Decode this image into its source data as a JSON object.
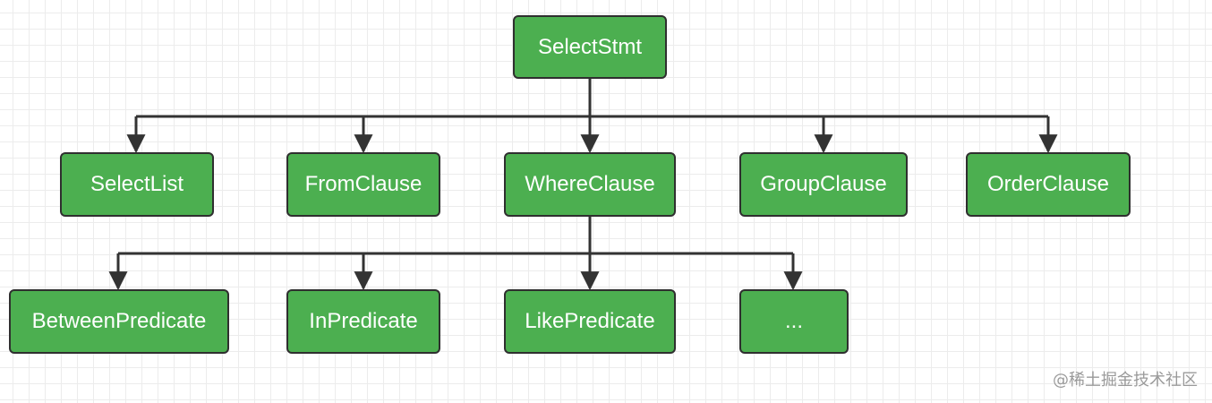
{
  "diagram": {
    "root": {
      "label": "SelectStmt"
    },
    "level1": [
      {
        "label": "SelectList"
      },
      {
        "label": "FromClause"
      },
      {
        "label": "WhereClause"
      },
      {
        "label": "GroupClause"
      },
      {
        "label": "OrderClause"
      }
    ],
    "level2": [
      {
        "label": "BetweenPredicate"
      },
      {
        "label": "InPredicate"
      },
      {
        "label": "LikePredicate"
      },
      {
        "label": "..."
      }
    ],
    "colors": {
      "node_fill": "#4caf50",
      "node_border": "#2f2f2f",
      "edge": "#333333",
      "text": "#ffffff"
    }
  },
  "watermark": {
    "text": "@稀土掘金技术社区"
  }
}
